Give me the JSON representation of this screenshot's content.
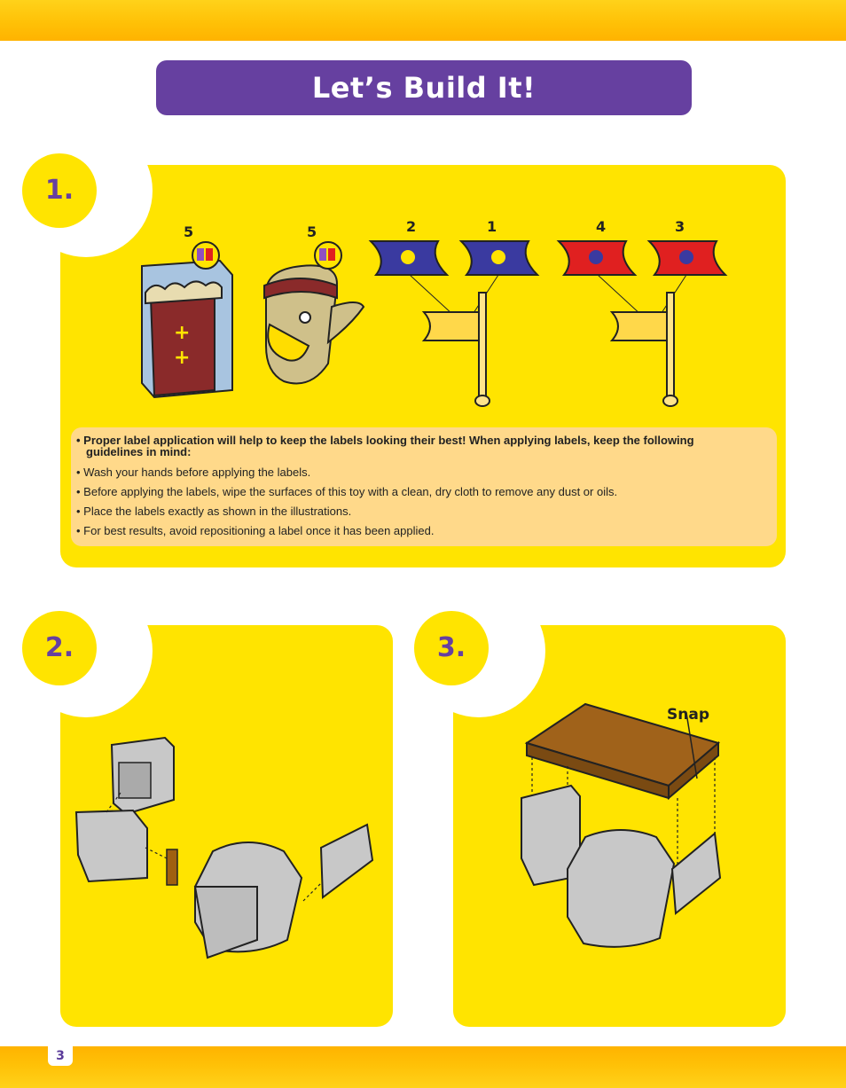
{
  "title": "Let’s Build It!",
  "page_number": "3",
  "steps": [
    {
      "label": "1."
    },
    {
      "label": "2."
    },
    {
      "label": "3."
    }
  ],
  "step1": {
    "label_numbers": [
      "5",
      "5",
      "2",
      "1",
      "4",
      "3"
    ],
    "tips": [
      "• Proper label application will help to keep the labels looking their best! When applying labels, keep the following",
      "guidelines in mind:",
      "• Wash your hands before applying the labels.",
      "• Before applying the labels, wipe the surfaces of this toy with a clean, dry cloth to remove any dust or oils.",
      "• Place the labels exactly as shown in the illustrations.",
      "• For best results, avoid repositioning a label once it has been applied."
    ]
  },
  "step3": {
    "snap_label": "Snap"
  },
  "colors": {
    "panel": "#ffe400",
    "title_bar": "#6640a0",
    "tips_box": "#ffd98a",
    "flag_blue": "#3a3aa0",
    "flag_red": "#e02020"
  }
}
